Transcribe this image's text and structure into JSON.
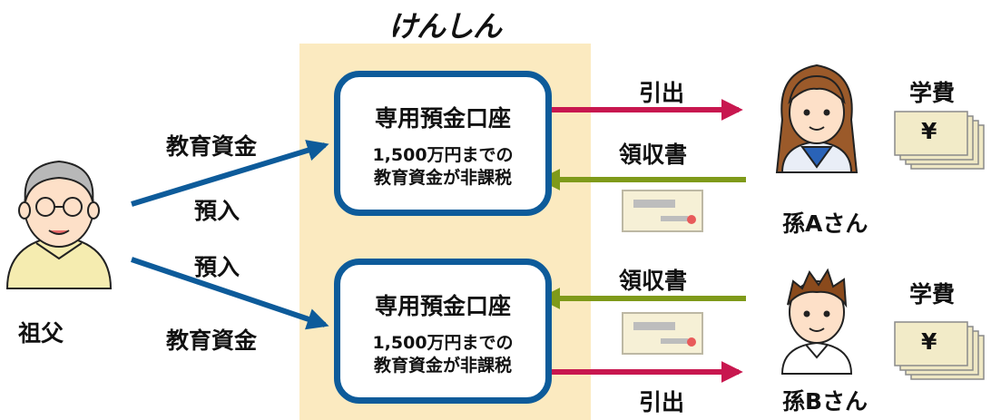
{
  "bank": {
    "logo": "けんしん"
  },
  "grandfather": {
    "label": "祖父"
  },
  "flows_in": {
    "top": {
      "fund_label": "教育資金",
      "deposit_label": "預入"
    },
    "bottom": {
      "deposit_label": "預入",
      "fund_label": "教育資金"
    }
  },
  "accounts": [
    {
      "title": "専用預金口座",
      "note_line1": "1,500万円までの",
      "note_line2": "教育資金が非課税"
    },
    {
      "title": "専用預金口座",
      "note_line1": "1,500万円までの",
      "note_line2": "教育資金が非課税"
    }
  ],
  "grandchildren": [
    {
      "name": "孫Aさん",
      "withdraw_label": "引出",
      "receipt_label": "領収書",
      "tuition_label": "学費",
      "yen": "¥"
    },
    {
      "name": "孫Bさん",
      "withdraw_label": "引出",
      "receipt_label": "領収書",
      "tuition_label": "学費",
      "yen": "¥"
    }
  ],
  "colors": {
    "blue": "#0d5b9a",
    "crimson": "#c8174f",
    "olive": "#7f9a1a",
    "panel": "#fbeac0"
  }
}
